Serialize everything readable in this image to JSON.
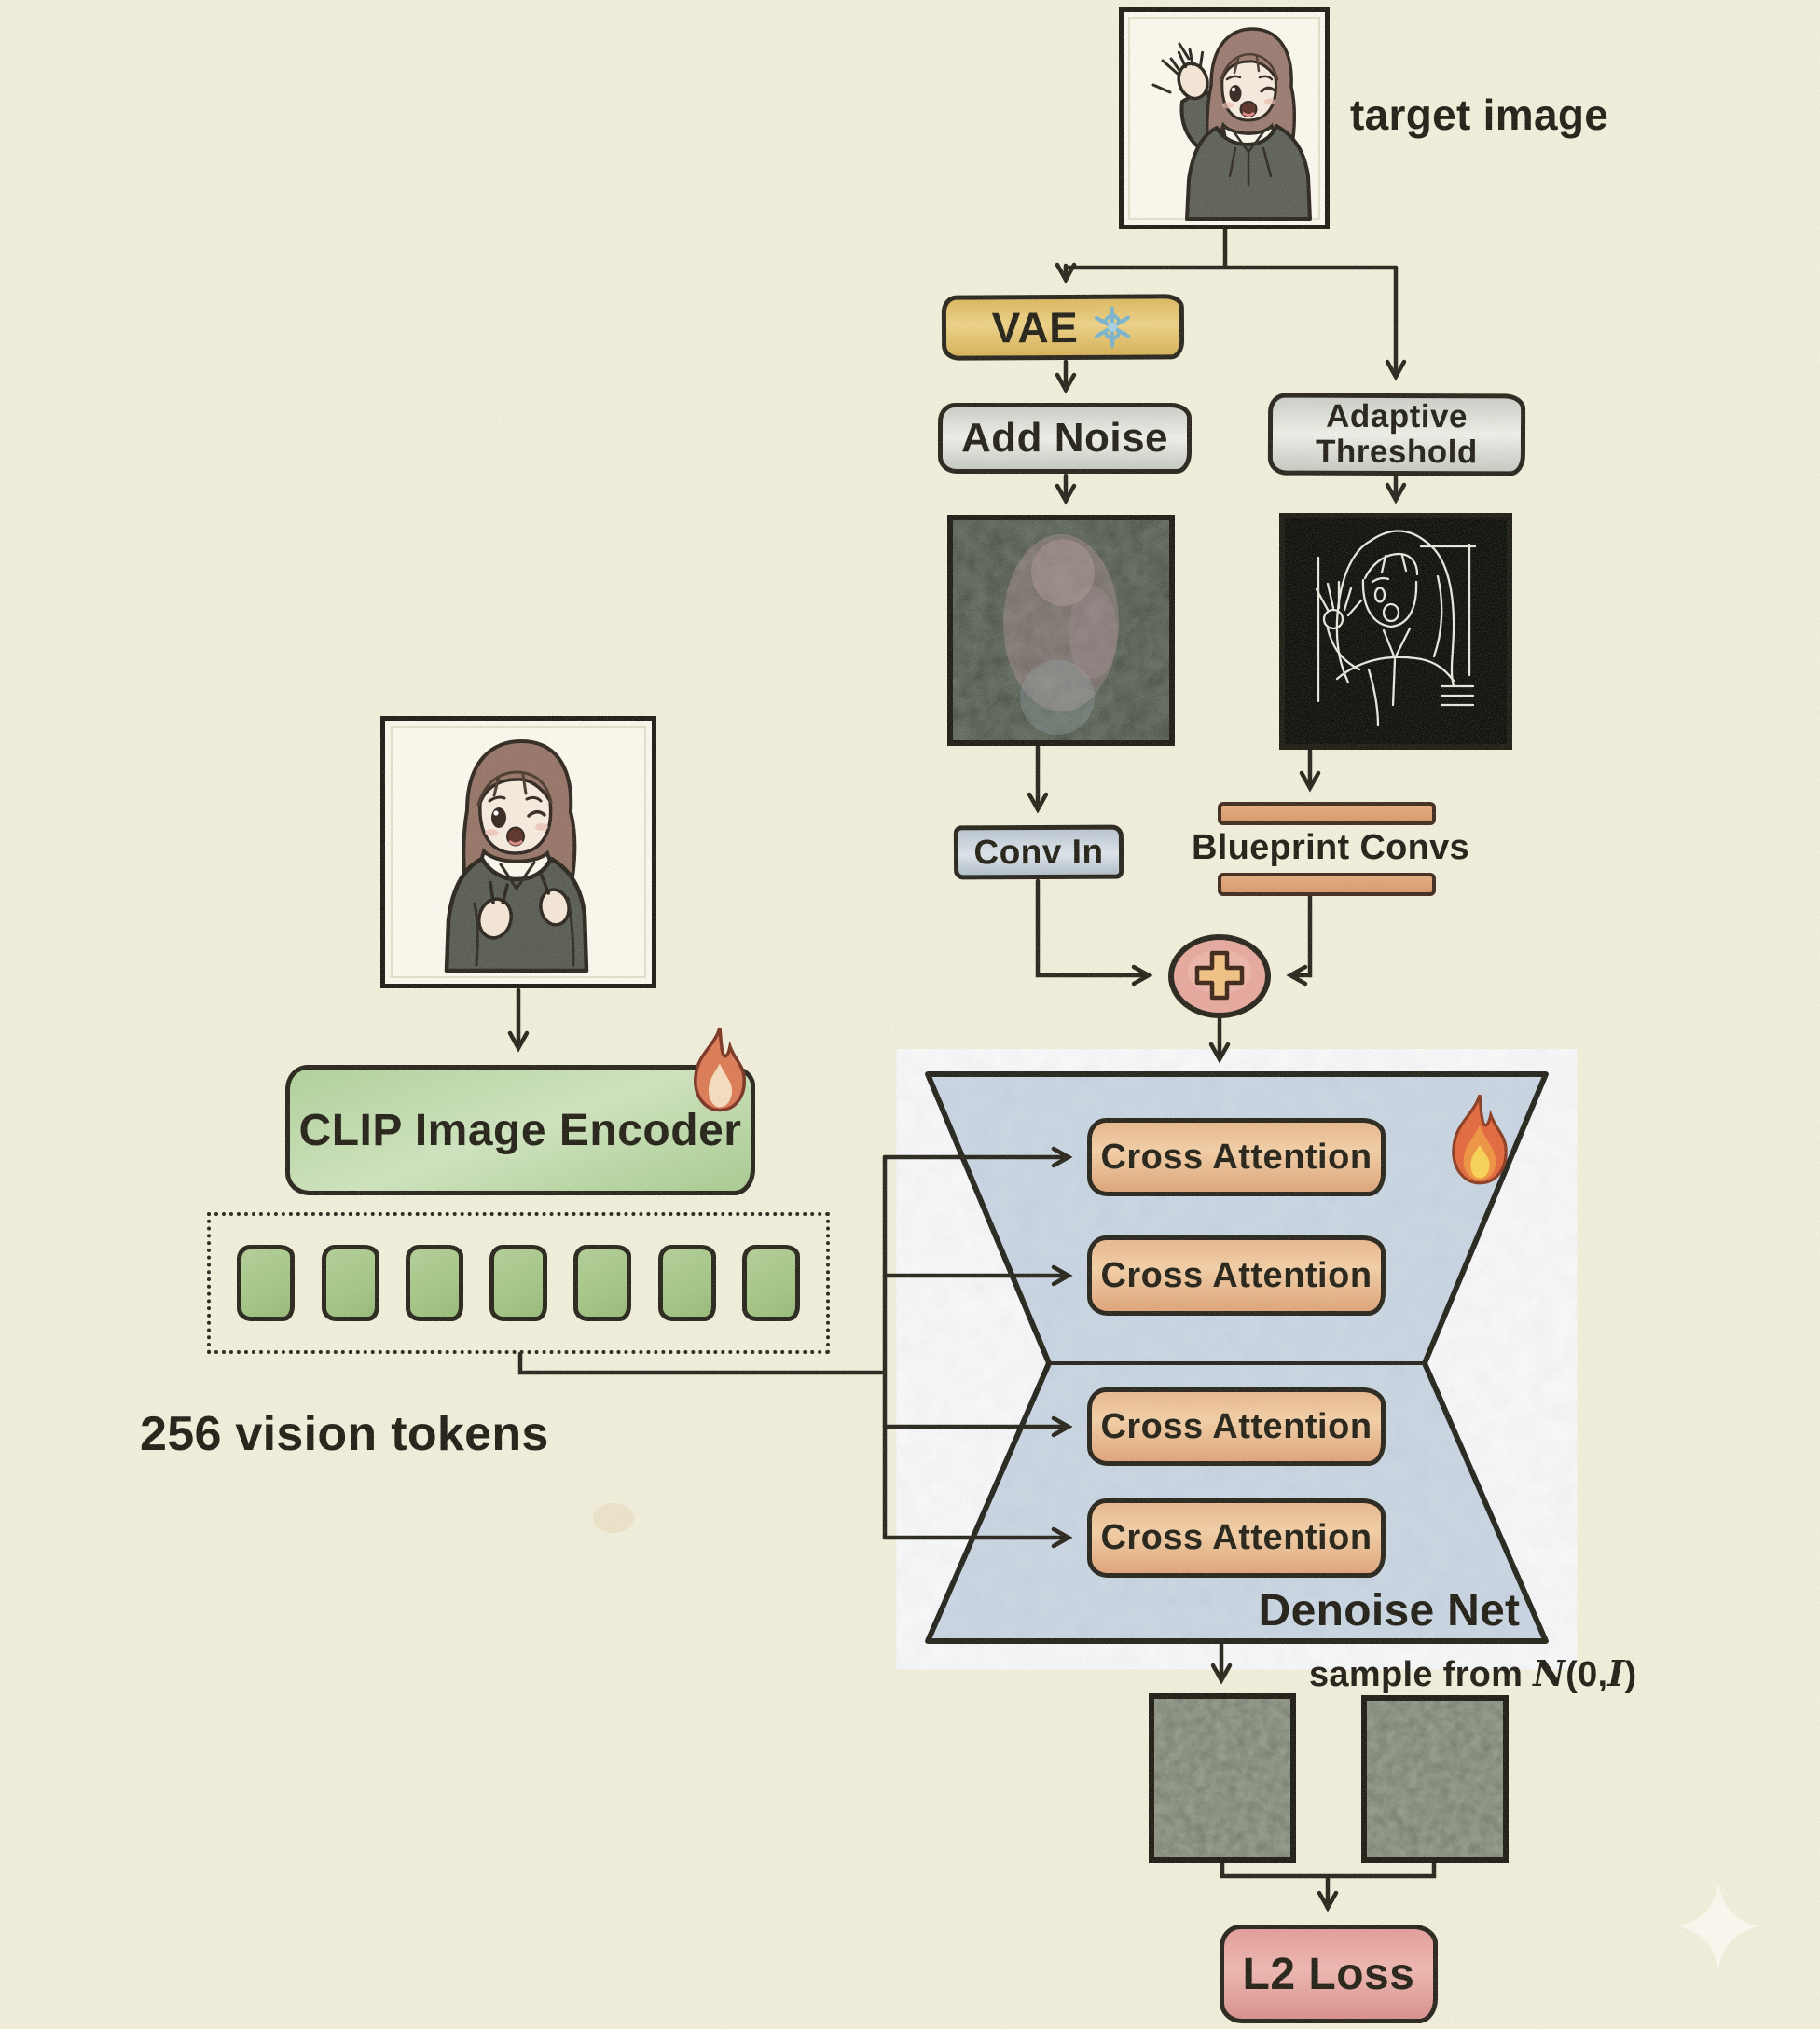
{
  "pipeline": {
    "target_image_label": "target image",
    "vae_label": "VAE",
    "add_noise_label": "Add Noise",
    "adaptive_threshold_line1": "Adaptive",
    "adaptive_threshold_line2": "Threshold",
    "conv_in_label": "Conv In",
    "blueprint_convs_label": "Blueprint Convs",
    "plus_symbol": "+",
    "clip_encoder_label": "CLIP Image Encoder",
    "vision_tokens_label": "256 vision tokens",
    "visible_token_squares": 7,
    "denoise_net_label": "Denoise Net",
    "cross_attention_labels": [
      "Cross Attention",
      "Cross Attention",
      "Cross Attention",
      "Cross Attention"
    ],
    "sample_from_prefix": "sample from",
    "distribution_n": "N",
    "distribution_args": "(0,",
    "distribution_i": "I",
    "distribution_close": ")",
    "l2_loss_label": "L2 Loss"
  },
  "icons": {
    "vae_state": "snowflake-icon",
    "clip_encoder_state": "fire-icon",
    "denoise_net_state": "fire-icon",
    "merge_node": "plus-icon",
    "corner_mark": "sparkle-diamond-icon"
  },
  "colors": {
    "paper": "#f2efdd",
    "ink": "#26231b",
    "vae_box": "#e4c472",
    "gray_box": "#dde0d9",
    "conv_in_box": "#c9d4df",
    "blueprint_bar": "#dea073",
    "plus_node": "#e7a89f",
    "denoise_net_fill": "#cfdbe8",
    "cross_attention_box": "#ecbe93",
    "clip_box": "#bcd8a6",
    "vision_token": "#a9cb8d",
    "l2_loss_box": "#e6a19e",
    "latent_noise": "#5c6454",
    "edge_map_bg": "#0d0f0c"
  }
}
